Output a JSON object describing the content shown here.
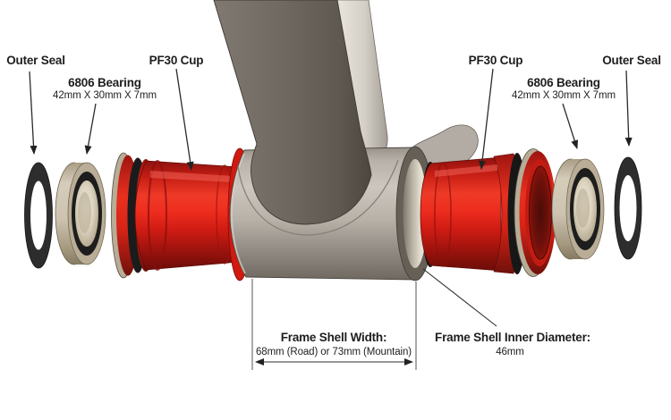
{
  "annotations": {
    "outer_seal_left": "Outer Seal",
    "bearing_left_name": "6806 Bearing",
    "bearing_left_size": "42mm X 30mm X 7mm",
    "pf30_cup_left": "PF30 Cup",
    "pf30_cup_right": "PF30 Cup",
    "bearing_right_name": "6806 Bearing",
    "bearing_right_size": "42mm X 30mm X 7mm",
    "outer_seal_right": "Outer Seal",
    "frame_shell_width_label": "Frame Shell Width:",
    "frame_shell_width_value": "68mm (Road) or 73mm (Mountain)",
    "frame_shell_inner_diameter_label": "Frame Shell Inner Diameter:",
    "frame_shell_inner_diameter_value": "46mm"
  },
  "colors": {
    "background": "#ffffff",
    "cup_red": "#e32119",
    "cup_red_dark": "#7e100c",
    "bearing_tan": "#cfc5b2",
    "seal_black": "#2d2d2d",
    "shell_gray": "#b4aea6",
    "tube_gray": "#6e6760",
    "annotation_ink": "#1e1e1e"
  }
}
